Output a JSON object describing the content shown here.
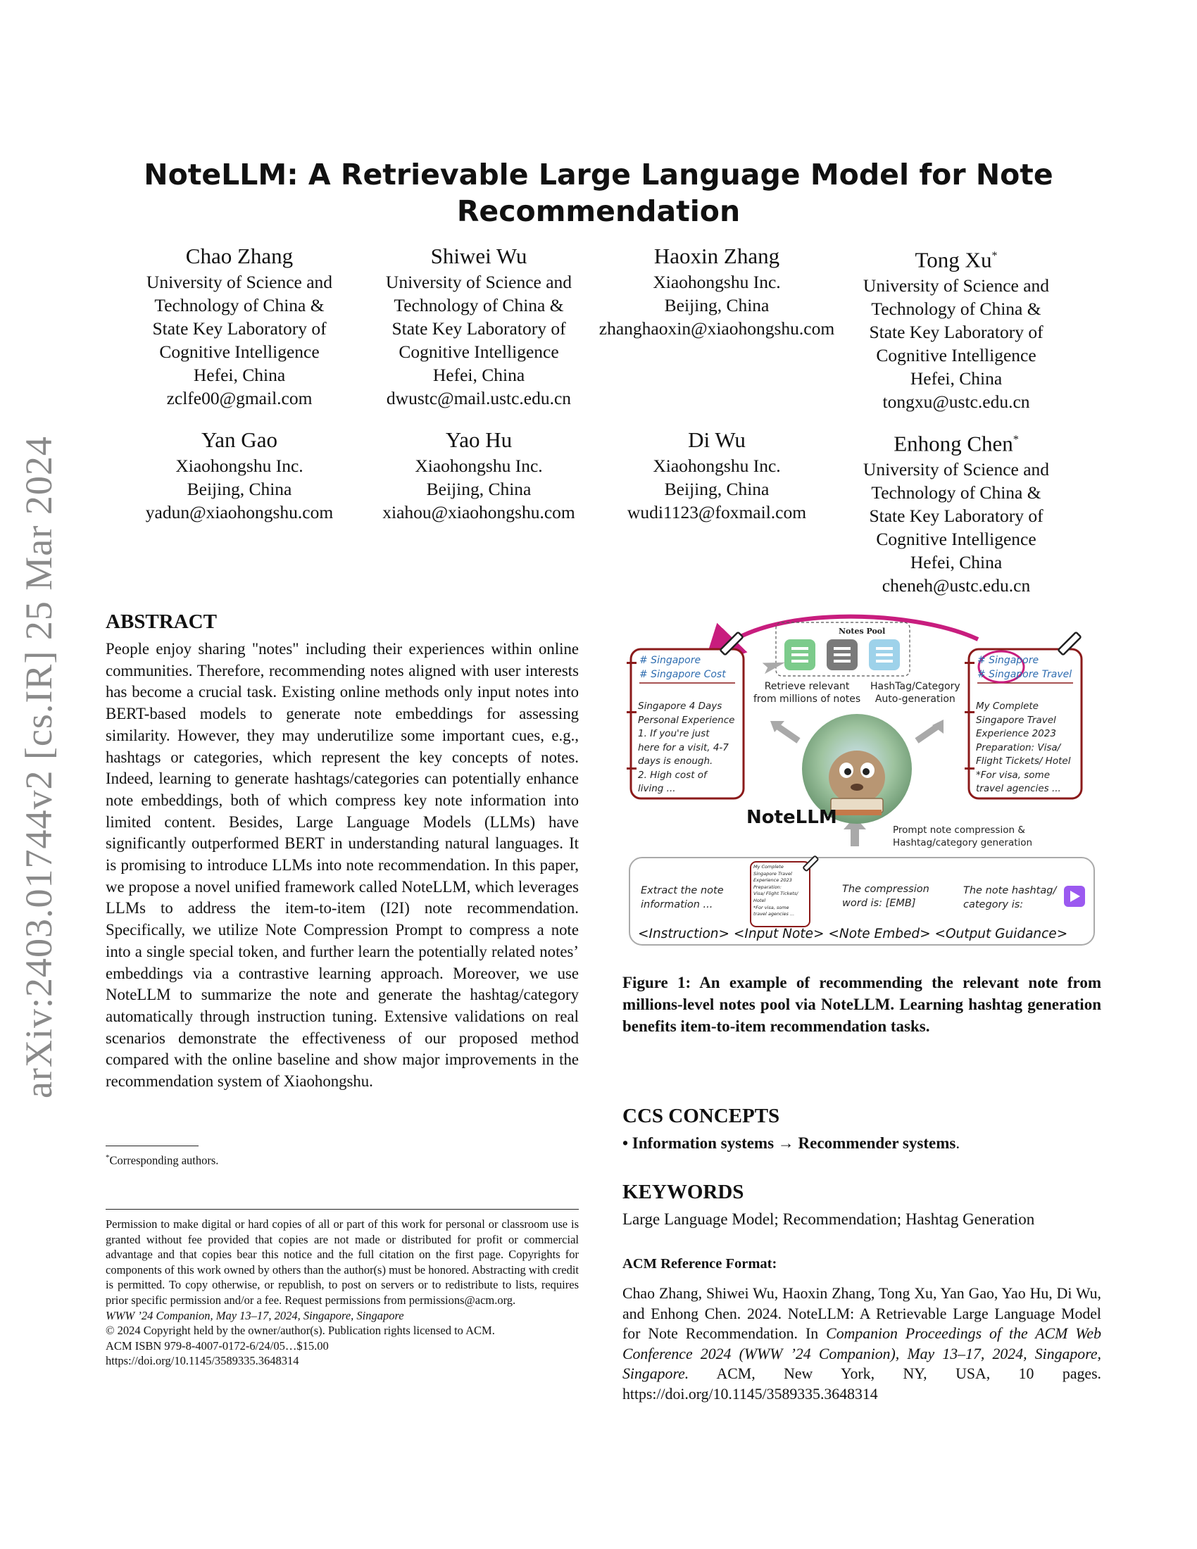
{
  "title": "NoteLLM: A Retrievable Large Language Model for Note Recommendation",
  "side_stamp": "arXiv:2403.01744v2  [cs.IR]  25 Mar 2024",
  "authors": [
    {
      "name": "Chao Zhang",
      "star": "",
      "lines": [
        "University of Science and",
        "Technology of China &",
        "State Key Laboratory of",
        "Cognitive Intelligence",
        "Hefei, China",
        "zclfe00@gmail.com"
      ]
    },
    {
      "name": "Shiwei Wu",
      "star": "",
      "lines": [
        "University of Science and",
        "Technology of China &",
        "State Key Laboratory of",
        "Cognitive Intelligence",
        "Hefei, China",
        "dwustc@mail.ustc.edu.cn"
      ]
    },
    {
      "name": "Haoxin Zhang",
      "star": "",
      "lines": [
        "Xiaohongshu Inc.",
        "Beijing, China",
        "zhanghaoxin@xiaohongshu.com"
      ]
    },
    {
      "name": "Tong Xu",
      "star": "*",
      "lines": [
        "University of Science and",
        "Technology of China &",
        "State Key Laboratory of",
        "Cognitive Intelligence",
        "Hefei, China",
        "tongxu@ustc.edu.cn"
      ]
    },
    {
      "name": "Yan Gao",
      "star": "",
      "lines": [
        "Xiaohongshu Inc.",
        "Beijing, China",
        "yadun@xiaohongshu.com"
      ]
    },
    {
      "name": "Yao Hu",
      "star": "",
      "lines": [
        "Xiaohongshu Inc.",
        "Beijing, China",
        "xiahou@xiaohongshu.com"
      ]
    },
    {
      "name": "Di Wu",
      "star": "",
      "lines": [
        "Xiaohongshu Inc.",
        "Beijing, China",
        "wudi1123@foxmail.com"
      ]
    },
    {
      "name": "Enhong Chen",
      "star": "*",
      "lines": [
        "University of Science and",
        "Technology of China &",
        "State Key Laboratory of",
        "Cognitive Intelligence",
        "Hefei, China",
        "cheneh@ustc.edu.cn"
      ]
    }
  ],
  "abstract": {
    "heading": "ABSTRACT",
    "text": "People enjoy sharing \"notes\" including their experiences within online communities. Therefore, recommending notes aligned with user interests has become a crucial task. Existing online methods only input notes into BERT-based models to generate note embeddings for assessing similarity. However, they may underutilize some important cues, e.g., hashtags or categories, which represent the key concepts of notes. Indeed, learning to generate hashtags/categories can potentially enhance note embeddings, both of which compress key note information into limited content. Besides, Large Language Models (LLMs) have significantly outperformed BERT in understanding natural languages. It is promising to introduce LLMs into note recommendation. In this paper, we propose a novel unified framework called NoteLLM, which leverages LLMs to address the item-to-item (I2I) note recommendation. Specifically, we utilize Note Compression Prompt to compress a note into a single special token, and further learn the potentially related notes’ embeddings via a contrastive learning approach. Moreover, we use NoteLLM to summarize the note and generate the hashtag/category automatically through instruction tuning. Extensive validations on real scenarios demonstrate the effectiveness of our proposed method compared with the online baseline and show major improvements in the recommendation system of Xiaohongshu."
  },
  "footnote": {
    "mark": "*",
    "text": "Corresponding authors."
  },
  "permission": {
    "text": "Permission to make digital or hard copies of all or part of this work for personal or classroom use is granted without fee provided that copies are not made or distributed for profit or commercial advantage and that copies bear this notice and the full citation on the first page. Copyrights for components of this work owned by others than the author(s) must be honored. Abstracting with credit is permitted. To copy otherwise, or republish, to post on servers or to redistribute to lists, requires prior specific permission and/or a fee. Request permissions from permissions@acm.org.",
    "venue": "WWW ’24 Companion, May 13–17, 2024, Singapore, Singapore",
    "copyright": "© 2024 Copyright held by the owner/author(s). Publication rights licensed to ACM.",
    "isbn": "ACM ISBN 979-8-4007-0172-6/24/05…$15.00",
    "doi": "https://doi.org/10.1145/3589335.3648314"
  },
  "figure": {
    "notes_pool": "Notes Pool",
    "left_tag1": "# Singapore",
    "left_tag2": "# Singapore Cost",
    "left_note": [
      "Singapore 4 Days",
      "Personal Experience",
      "1. If you're just",
      "here for a visit, 4-7",
      "days is enough.",
      "2. High cost of",
      "living ..."
    ],
    "right_tag1": "# Singapore",
    "right_tag2": "# Singapore Travel",
    "right_note": [
      "My Complete",
      "Singapore Travel",
      "Experience 2023",
      "Preparation: Visa/",
      "Flight Tickets/ Hotel",
      "*For visa, some",
      "travel agencies ..."
    ],
    "retrieve_label": [
      "Retrieve relevant",
      "from millions of notes"
    ],
    "hashtag_label": [
      "HashTag/Category",
      "Auto-generation"
    ],
    "model_name": "NoteLLM",
    "prompt_label": [
      "Prompt note compression &",
      "Hashtag/category generation"
    ],
    "mini_note": [
      "My Complete",
      "Singapore Travel",
      "Experience 2023",
      "Preparation:",
      "Visa/ Flight Tickets/",
      "Hotel",
      "*For visa, some",
      "travel agencies ..."
    ],
    "box_instruction": [
      "Extract the note",
      "information ..."
    ],
    "box_embed": [
      "The compression",
      "word is: [EMB]"
    ],
    "box_output": [
      "The note hashtag/",
      "category is:"
    ],
    "bottom_labels": "<Instruction> <Input Note> <Note Embed> <Output Guidance>",
    "colors": {
      "magenta": "#c81d7e",
      "dark_red": "#8b1a1a",
      "blue": "#2f6db0",
      "purple": "#9b59f0"
    }
  },
  "caption": "Figure 1: An example of recommending the relevant note from millions-level notes pool via NoteLLM. Learning hashtag generation benefits item-to-item recommendation tasks.",
  "ccs": {
    "heading": "CCS CONCEPTS",
    "item_bold": "• Information systems → Recommender systems",
    "item_end": "."
  },
  "keywords": {
    "heading": "KEYWORDS",
    "text": "Large Language Model; Recommendation; Hashtag Generation"
  },
  "reference": {
    "heading": "ACM Reference Format:",
    "plain1": "Chao Zhang, Shiwei Wu, Haoxin Zhang, Tong Xu, Yan Gao, Yao Hu, Di Wu, and Enhong Chen. 2024. NoteLLM: A Retrievable Large Language Model for Note Recommendation. In ",
    "italic": "Companion Proceedings of the ACM Web Conference 2024 (WWW ’24 Companion), May 13–17, 2024, Singapore, Singapore.",
    "plain2": " ACM, New York, NY, USA, 10 pages. https://doi.org/10.1145/3589335.3648314"
  }
}
